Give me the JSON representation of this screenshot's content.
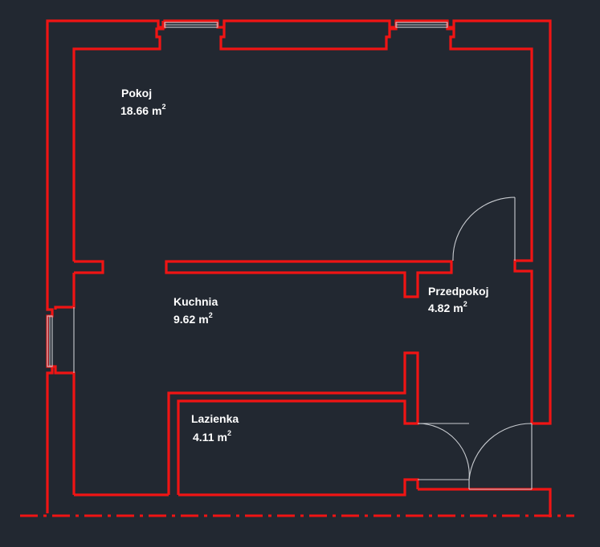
{
  "plan": {
    "rooms": [
      {
        "name": "Pokoj",
        "area": "18.66",
        "unit": "m",
        "exp": "2"
      },
      {
        "name": "Kuchnia",
        "area": "9.62",
        "unit": "m",
        "exp": "2"
      },
      {
        "name": "Przedpokoj",
        "area": "4.82",
        "unit": "m",
        "exp": "2"
      },
      {
        "name": "Lazienka",
        "area": "4.11",
        "unit": "m",
        "exp": "2"
      }
    ],
    "colors": {
      "background": "#222831",
      "wall": "#f01414",
      "fixture": "#c9ccd1",
      "text": "#ffffff"
    }
  }
}
